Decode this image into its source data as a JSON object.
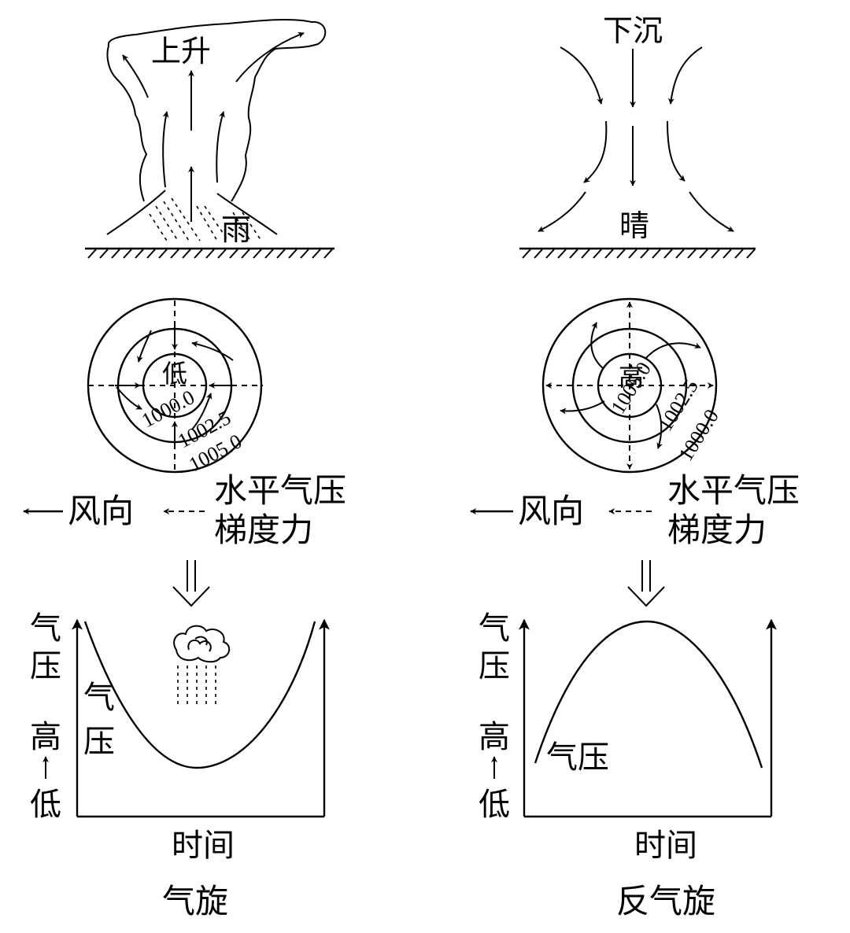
{
  "cyclone": {
    "updraft_label": "上升",
    "rain_label": "雨",
    "low_label": "低",
    "isobars": [
      "1000.0",
      "1002.5",
      "1005.0"
    ],
    "curve_label_top": "气",
    "curve_label_bottom": "压",
    "title": "气旋"
  },
  "anticyclone": {
    "downdraft_label": "下沉",
    "sunny_label": "晴",
    "high_label": "高",
    "isobars": [
      "1005.0",
      "1002.5",
      "1000.0"
    ],
    "curve_label": "气压",
    "title": "反气旋"
  },
  "legend": {
    "wind_direction": "风向",
    "pgf_line1": "水平气压",
    "pgf_line2": "梯度力"
  },
  "chart_axis": {
    "y_label_1": "气",
    "y_label_2": "压",
    "y_high": "高",
    "y_low": "低",
    "x_label": "时间"
  }
}
